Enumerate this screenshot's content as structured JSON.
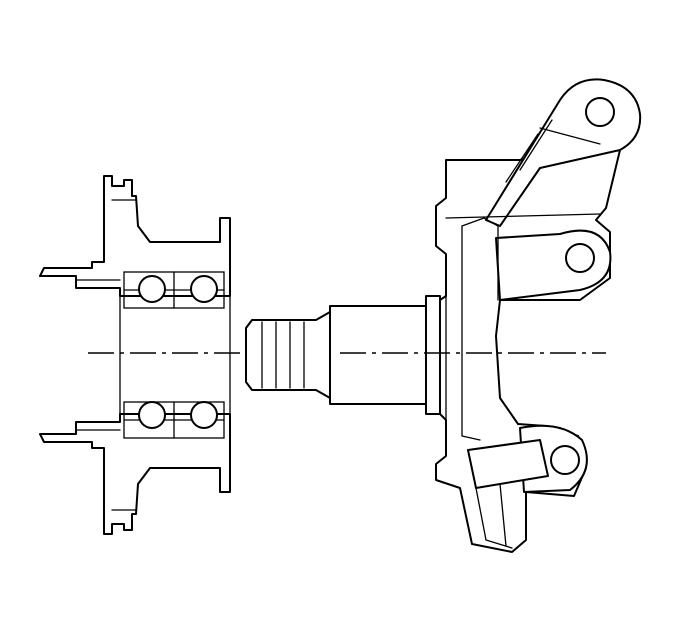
{
  "diagram": {
    "subject": "wheel-hub-bearing-and-steering-knuckle-exploded-view",
    "components": [
      {
        "id": "wheel-hub",
        "kind": "flange-hub"
      },
      {
        "id": "hub-bearing",
        "kind": "double-row-ball-bearing",
        "balls_visible": 4
      },
      {
        "id": "drive-shaft-stub",
        "kind": "splined-shaft"
      },
      {
        "id": "steering-knuckle",
        "kind": "knuckle-casting",
        "mounting_holes": 3
      }
    ],
    "centerline": "dash-dot",
    "colors": {
      "line": "#000000",
      "background": "#ffffff"
    }
  }
}
